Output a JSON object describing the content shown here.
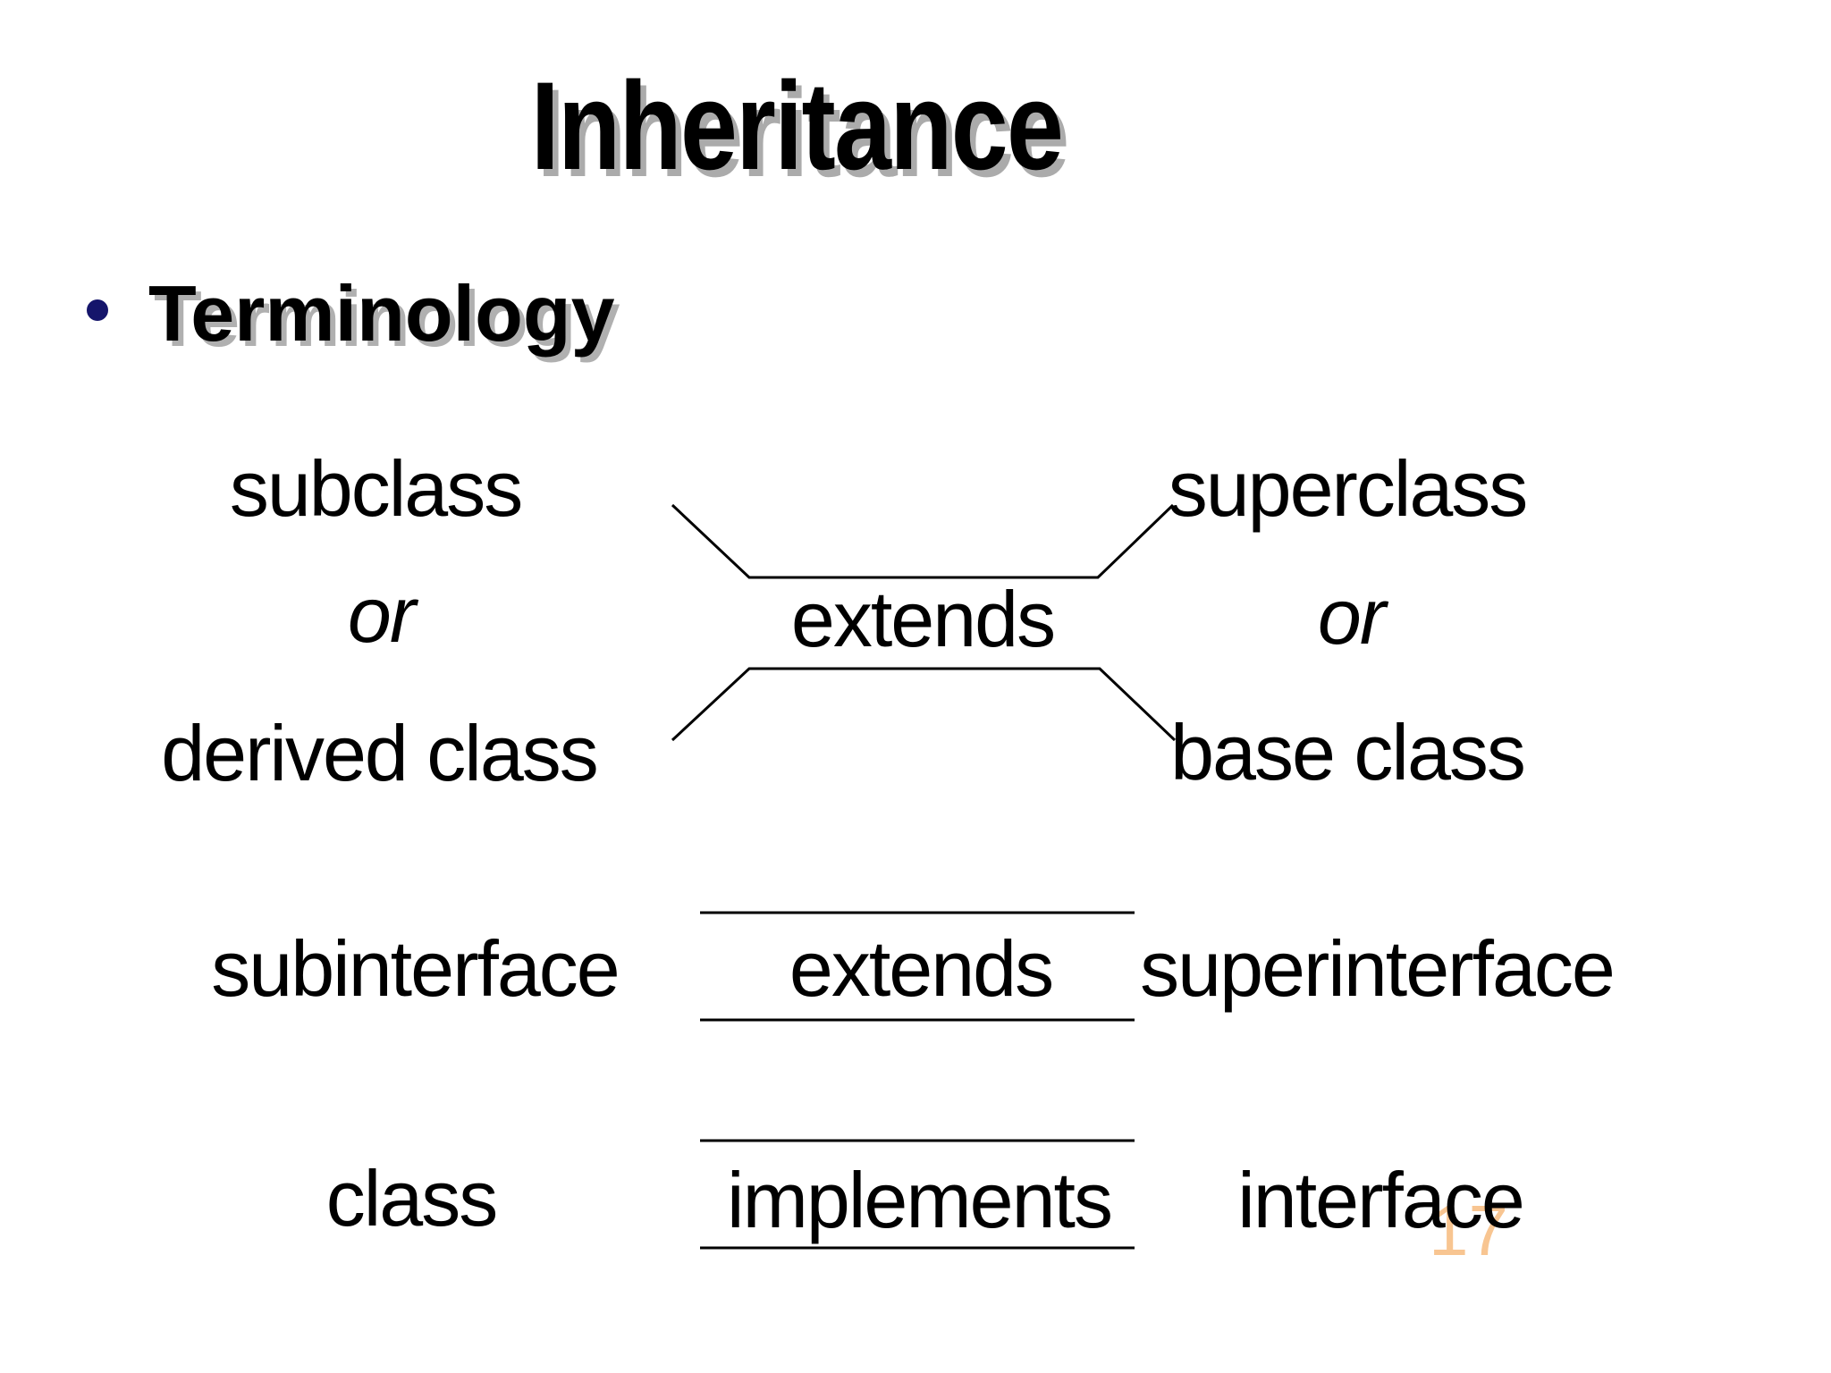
{
  "slide": {
    "title": "Inheritance",
    "bullet_label": "Terminology",
    "class_terms": {
      "sub": "subclass",
      "or_left": "or",
      "derived": "derived class",
      "relation": "extends",
      "super": "superclass",
      "or_right": "or",
      "base": "base class"
    },
    "interface_terms": {
      "sub": "subinterface",
      "relation": "extends",
      "super": "superinterface"
    },
    "implements_terms": {
      "left": "class",
      "relation": "implements",
      "right": "interface"
    },
    "page_number": "17",
    "colors": {
      "bullet": "#15156B",
      "page_number": "#F8C591"
    }
  }
}
